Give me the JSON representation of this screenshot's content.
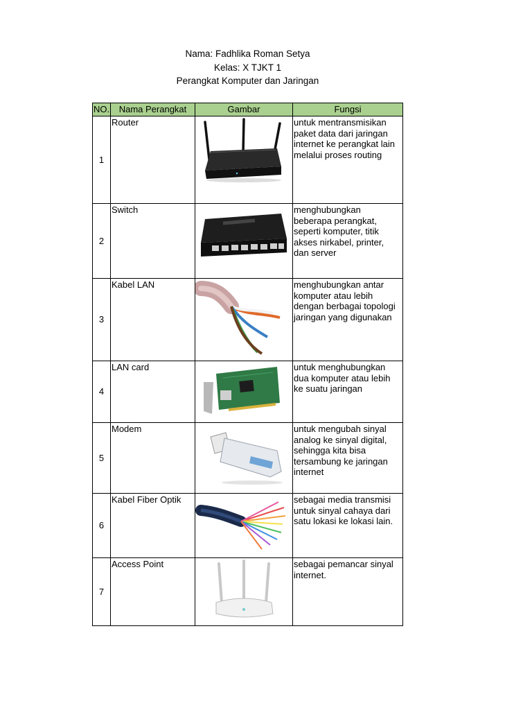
{
  "header": {
    "nama": "Nama: Fadhlika Roman Setya",
    "kelas": "Kelas: X TJKT 1",
    "judul": "Perangkat Komputer dan Jaringan"
  },
  "table": {
    "columns": [
      "NO.",
      "Nama Perangkat",
      "Gambar",
      "Fungsi"
    ],
    "header_color": "#a9d08e",
    "rows": [
      {
        "no": "1",
        "name": "Router",
        "image": "router-icon",
        "func": " untuk mentransmisikan paket data dari jaringan internet ke perangkat lain melalui proses routing"
      },
      {
        "no": "2",
        "name": "Switch",
        "image": "switch-icon",
        "func": "menghubungkan beberapa perangkat, seperti komputer, titik akses nirkabel, printer, dan server"
      },
      {
        "no": "3",
        "name": "Kabel LAN",
        "image": "lan-cable-icon",
        "func": "menghubungkan antar komputer atau lebih dengan berbagai topologi jaringan yang digunakan"
      },
      {
        "no": "4",
        "name": "LAN card",
        "image": "lan-card-icon",
        "func": "untuk menghubungkan dua komputer atau lebih ke suatu jaringan"
      },
      {
        "no": "5",
        "name": "Modem",
        "image": "usb-modem-icon",
        "func": "untuk mengubah sinyal analog ke sinyal digital, sehingga kita bisa tersambung ke jaringan internet"
      },
      {
        "no": "6",
        "name": "Kabel Fiber Optik",
        "image": "fiber-optic-cable-icon",
        "func": "sebagai media transmisi untuk sinyal cahaya dari satu lokasi ke lokasi lain."
      },
      {
        "no": "7",
        "name": "Access Point",
        "image": "access-point-icon",
        "func": "sebagai pemancar sinyal internet."
      }
    ]
  }
}
